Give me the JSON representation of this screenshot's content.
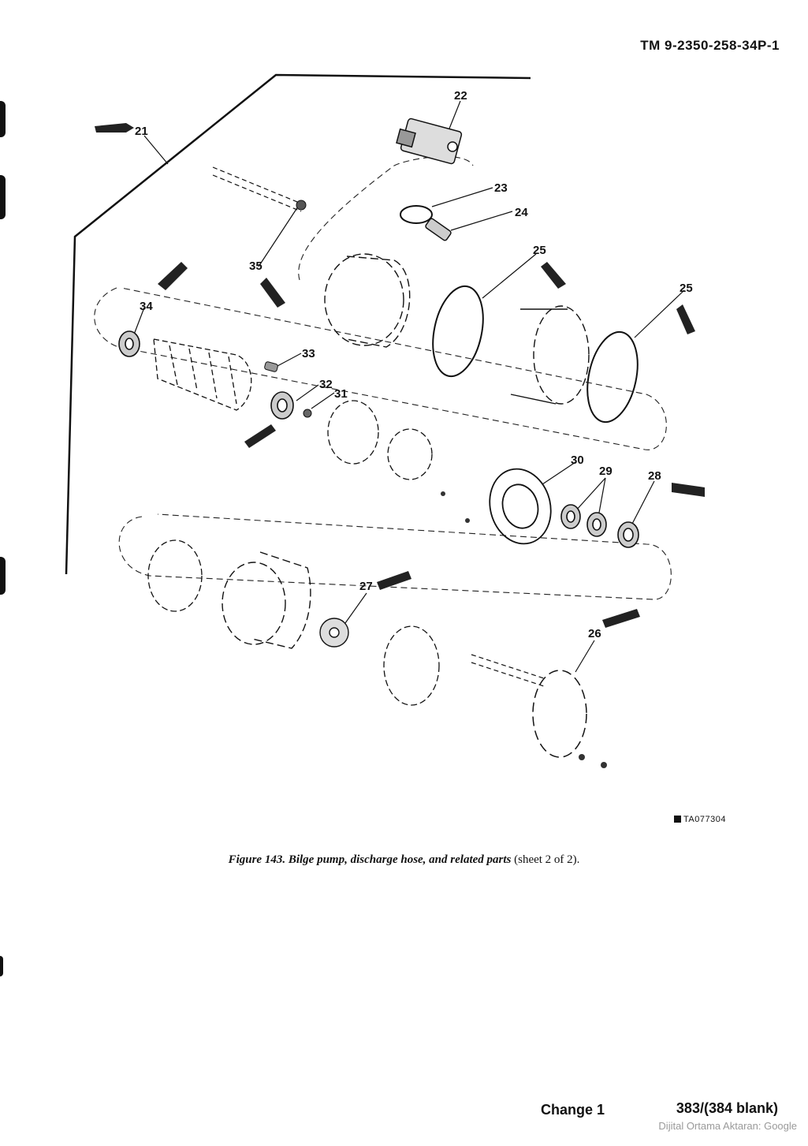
{
  "header": {
    "doc_id": "TM 9-2350-258-34P-1"
  },
  "callouts": [
    "21",
    "22",
    "23",
    "24",
    "25",
    "25",
    "34",
    "35",
    "33",
    "32",
    "31",
    "30",
    "29",
    "28",
    "27",
    "26"
  ],
  "caption": {
    "italic": "Figure 143.  Bilge pump, discharge hose, and related parts",
    "plain": " (sheet 2 of 2)."
  },
  "reference_code": "TA077304",
  "footer": {
    "change": "Change 1",
    "page": "383/(384 blank)"
  },
  "watermark": "Dijital Ortama Aktaran: Google"
}
